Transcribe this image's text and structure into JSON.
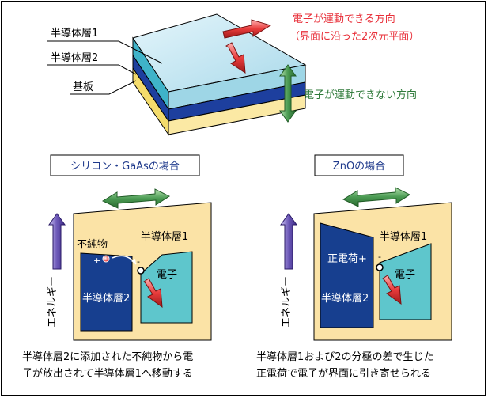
{
  "top": {
    "layer1_label": "半導体層1",
    "layer2_label": "半導体層2",
    "substrate_label": "基板",
    "movable_line1": "電子が運動できる方向",
    "movable_line2": "（界面に沿った2次元平面）",
    "immovable_label": "電子が運動できない方向"
  },
  "left_case": {
    "title": "シリコン・GaAsの場合",
    "impurity_label": "不純物",
    "plus_sign": "+",
    "minus_sign": "-",
    "layer1_label": "半導体層1",
    "layer2_label": "半導体層2",
    "electron_label": "電子",
    "energy_label": "エネルギー",
    "caption_line1": "半導体層2に添加された不純物から電",
    "caption_line2": "子が放出されて半導体層1へ移動する"
  },
  "right_case": {
    "title": "ZnOの場合",
    "positive_charge_label": "正電荷+",
    "minus_sign": "-",
    "layer1_label": "半導体層1",
    "layer2_label": "半導体層2",
    "electron_label": "電子",
    "energy_label": "エネルギー",
    "caption_line1": "半導体層1および2の分極の差で生じた",
    "caption_line2": "正電荷で電子が界面に引き寄せられる"
  },
  "colors": {
    "frame": "#000000",
    "layer1_top": "#bfe4f0",
    "layer1_side": "#3fb3c9",
    "layer2": "#1d3f9e",
    "substrate": "#f4dc6c",
    "panel_bg": "#fbe3a6",
    "dark_blue": "#173f8f",
    "light_cyan": "#5ec6cc",
    "red_arrow": "#e83c3c",
    "green_arrow": "#3a8c4a",
    "purple_arrow": "#5d48a8",
    "red_text": "#e8303a",
    "green_text": "#2f7a3a",
    "title_blue": "#1f3a8c"
  }
}
